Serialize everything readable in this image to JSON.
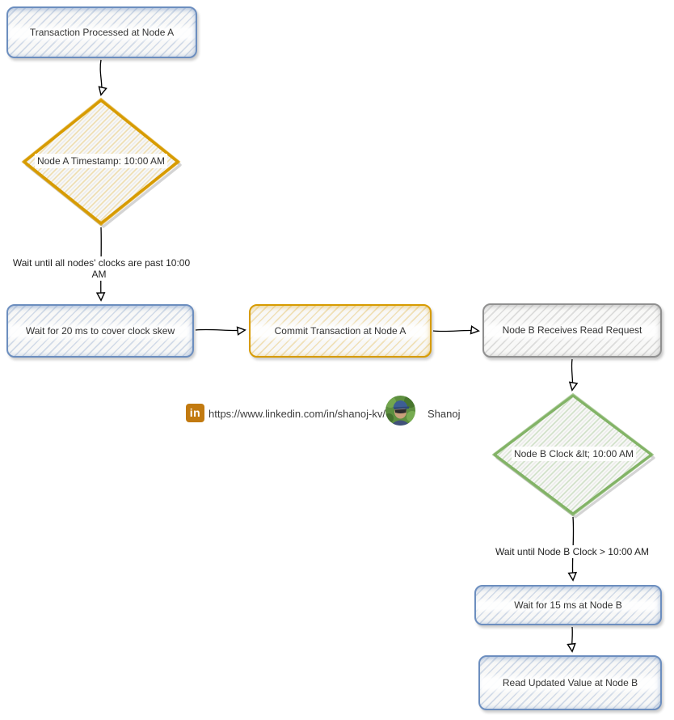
{
  "diagram": {
    "type": "flowchart",
    "nodes": {
      "n1": {
        "label": "Transaction Processed at Node A",
        "shape": "rounded-rectangle",
        "color": "blue"
      },
      "d1": {
        "label": "Node A Timestamp: 10:00 AM",
        "shape": "diamond",
        "color": "orange"
      },
      "n2": {
        "label": "Wait for 20 ms to cover clock skew",
        "shape": "rounded-rectangle",
        "color": "blue"
      },
      "n3": {
        "label": "Commit Transaction at Node A",
        "shape": "rounded-rectangle",
        "color": "orange"
      },
      "n4": {
        "label": "Node B Receives Read Request",
        "shape": "rounded-rectangle",
        "color": "gray"
      },
      "d2": {
        "label": "Node B Clock &lt; 10:00 AM",
        "shape": "diamond",
        "color": "green"
      },
      "n5": {
        "label": "Wait for 15 ms at Node B",
        "shape": "rounded-rectangle",
        "color": "blue"
      },
      "n6": {
        "label": "Read Updated Value at Node B",
        "shape": "rounded-rectangle",
        "color": "blue"
      }
    },
    "edge_labels": {
      "e1": "Wait until all nodes' clocks are past 10:00 AM",
      "e2": "Wait until Node B Clock > 10:00 AM"
    },
    "colors": {
      "blue": "#6c8ebf",
      "orange": "#d79b00",
      "green": "#82b366",
      "gray": "#909090",
      "arrow": "#000000",
      "fill_base": "#f8f8f7"
    }
  },
  "attribution": {
    "icon": "linkedin-icon",
    "icon_text": "in",
    "icon_color": "#c27a10",
    "url": "https://www.linkedin.com/in/shanoj-kv/",
    "name": "Shanoj"
  }
}
